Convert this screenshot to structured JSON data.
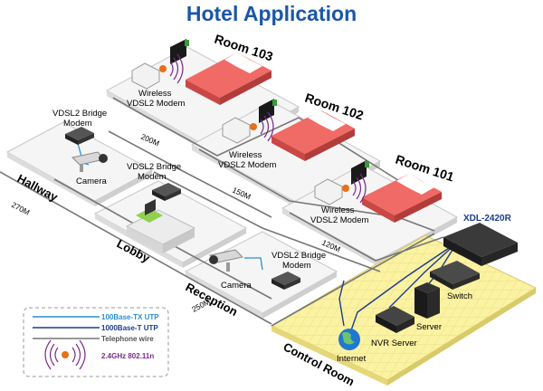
{
  "title": "Hotel Application",
  "rooms": [
    {
      "name": "Room 103",
      "device": [
        "Wireless",
        "VDSL2 Modem"
      ],
      "length": "200M"
    },
    {
      "name": "Room 102",
      "device": [
        "Wireless",
        "VDSL2 Modem"
      ],
      "length": "150M"
    },
    {
      "name": "Room 101",
      "device": [
        "Wireless",
        "VDSL2 Modem"
      ],
      "length": "120M"
    }
  ],
  "hallway": {
    "name": "Hallway",
    "modem": [
      "VDSL2 Bridge",
      "Modem"
    ],
    "camera": "Camera",
    "length": "270M"
  },
  "lobby": {
    "name": "Lobby",
    "modem": [
      "VDSL2 Bridge",
      "Modem"
    ]
  },
  "reception": {
    "name": "Reception",
    "modem": [
      "VDSL2 Bridge",
      "Modem"
    ],
    "camera": "Camera",
    "length": "250M"
  },
  "control_room": {
    "name": "Control Room",
    "switch_model": "XDL-2420R",
    "devices": {
      "switch": "Switch",
      "server": "Server",
      "nvr": "NVR Server",
      "internet": "Internet"
    }
  },
  "legend": {
    "items": [
      "100Base-TX UTP",
      "1000Base-T UTP",
      "Telephone wire"
    ],
    "wireless": "2.4GHz 802.11n"
  },
  "colors": {
    "title": "#1a57a6",
    "utp100": "#2a8fd6",
    "utp1000": "#1c3c8c",
    "phone": "#777777",
    "floor": "#fbf2a2",
    "wireless": "#7a2a8a"
  }
}
